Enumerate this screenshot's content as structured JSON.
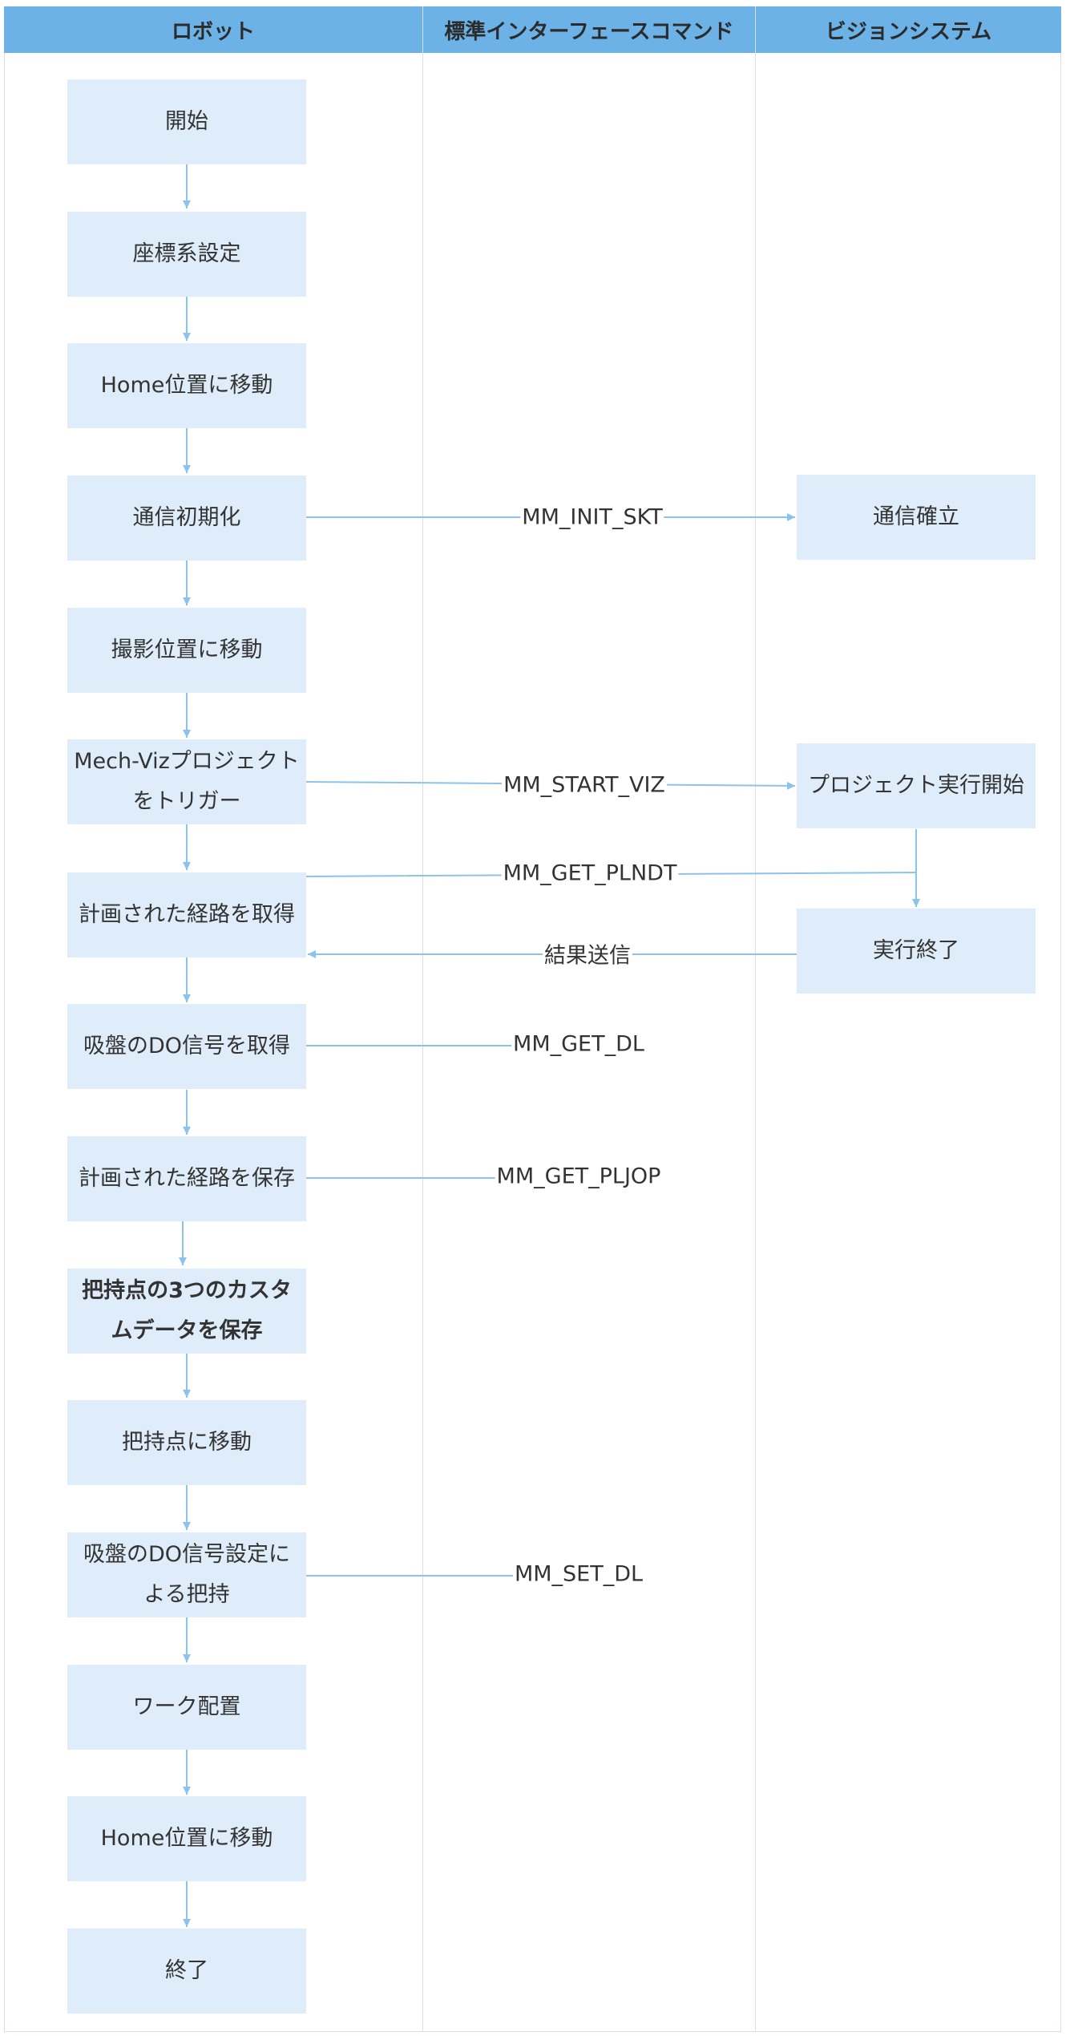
{
  "lanes": {
    "robot": "ロボット",
    "command": "標準インターフェースコマンド",
    "vision": "ビジョンシステム"
  },
  "robot_steps": {
    "start": "開始",
    "coord": "座標系設定",
    "home1": "Home位置に移動",
    "init": "通信初期化",
    "capture": "撮影位置に移動",
    "trigger": "Mech-Vizプロジェクトをトリガー",
    "get_path": "計画された経路を取得",
    "get_do": "吸盤のDO信号を取得",
    "save_path": "計画された経路を保存",
    "save_custom": "把持点の3つのカスタムデータを保存",
    "move_pick": "把持点に移動",
    "pick": "吸盤のDO信号設定による把持",
    "place": "ワーク配置",
    "home2": "Home位置に移動",
    "end": "終了"
  },
  "vision_steps": {
    "established": "通信確立",
    "proj_start": "プロジェクト実行開始",
    "exec_end": "実行終了"
  },
  "messages": {
    "init_skt": "MM_INIT_SKT",
    "start_viz": "MM_START_VIZ",
    "get_plndt": "MM_GET_PLNDT",
    "result": "結果送信",
    "get_dl": "MM_GET_DL",
    "get_pljop": "MM_GET_PLJOP",
    "set_dl": "MM_SET_DL"
  },
  "colors": {
    "header": "#6cb2e6",
    "node": "#deedf9",
    "arrow": "#8cc3ea"
  }
}
